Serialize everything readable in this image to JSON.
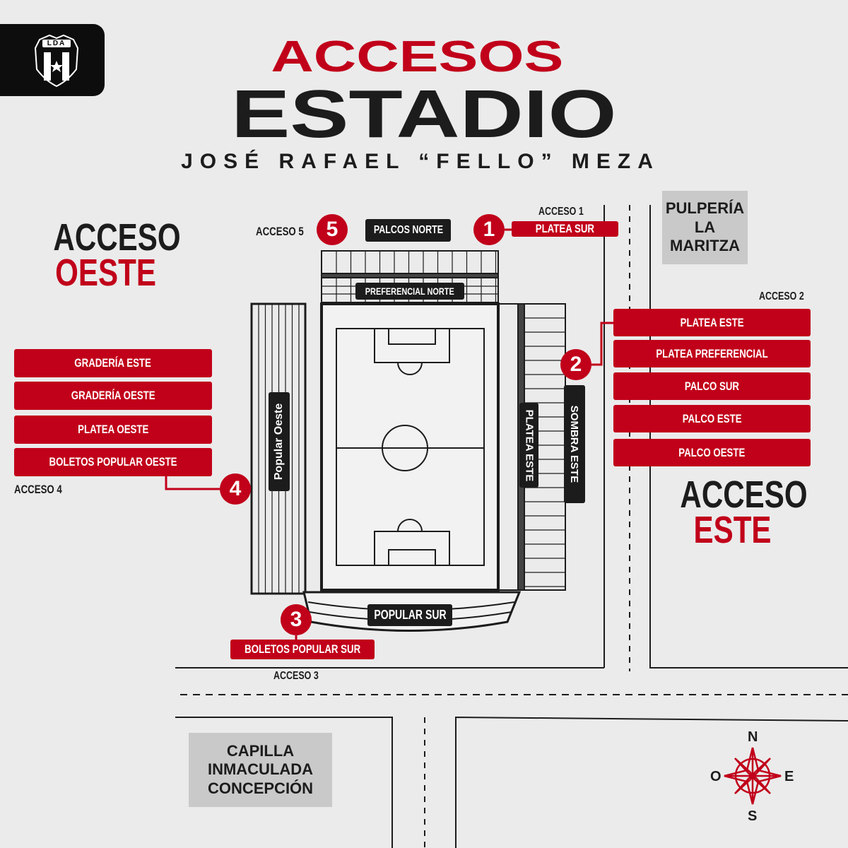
{
  "logo": {
    "text": "LDA"
  },
  "title": {
    "line1": "ACCESOS",
    "line2": "ESTADIO",
    "subtitle": "JOSÉ RAFAEL “FELLO” MEZA"
  },
  "acceso_oeste": {
    "line1": "ACCESO",
    "line2": "OESTE"
  },
  "acceso_este": {
    "line1": "ACCESO",
    "line2": "ESTE"
  },
  "left_buttons": [
    "GRADERÍA ESTE",
    "GRADERÍA OESTE",
    "PLATEA OESTE",
    "BOLETOS POPULAR OESTE"
  ],
  "right_buttons": [
    "PLATEA ESTE",
    "PLATEA PREFERENCIAL",
    "PALCO SUR",
    "PALCO ESTE",
    "PALCO OESTE"
  ],
  "accesses": {
    "a1": {
      "label": "ACCESO 1",
      "number": "1",
      "tag": "PLATEA SUR"
    },
    "a2": {
      "label": "ACCESO 2",
      "number": "2"
    },
    "a3": {
      "label": "ACCESO 3",
      "number": "3",
      "tag": "BOLETOS POPULAR SUR"
    },
    "a4": {
      "label": "ACCESO 4",
      "number": "4"
    },
    "a5": {
      "label": "ACCESO 5",
      "number": "5"
    }
  },
  "stands": {
    "palcos_norte": "PALCOS NORTE",
    "preferencial_norte": "PREFERENCIAL NORTE",
    "popular_oeste": "Popular Oeste",
    "platea_este": "PLATEA ESTE",
    "sombra_este": "SOMBRA ESTE",
    "popular_sur": "POPULAR SUR"
  },
  "landmarks": {
    "pulperia": "PULPERÍA LA MARITZA",
    "capilla": "CAPILLA INMACULADA CONCEPCIÓN"
  },
  "compass": {
    "n": "N",
    "s": "S",
    "e": "E",
    "o": "O"
  },
  "colors": {
    "accent": "#c1001a",
    "dark": "#1c1c1c",
    "background": "#ebebeb"
  }
}
